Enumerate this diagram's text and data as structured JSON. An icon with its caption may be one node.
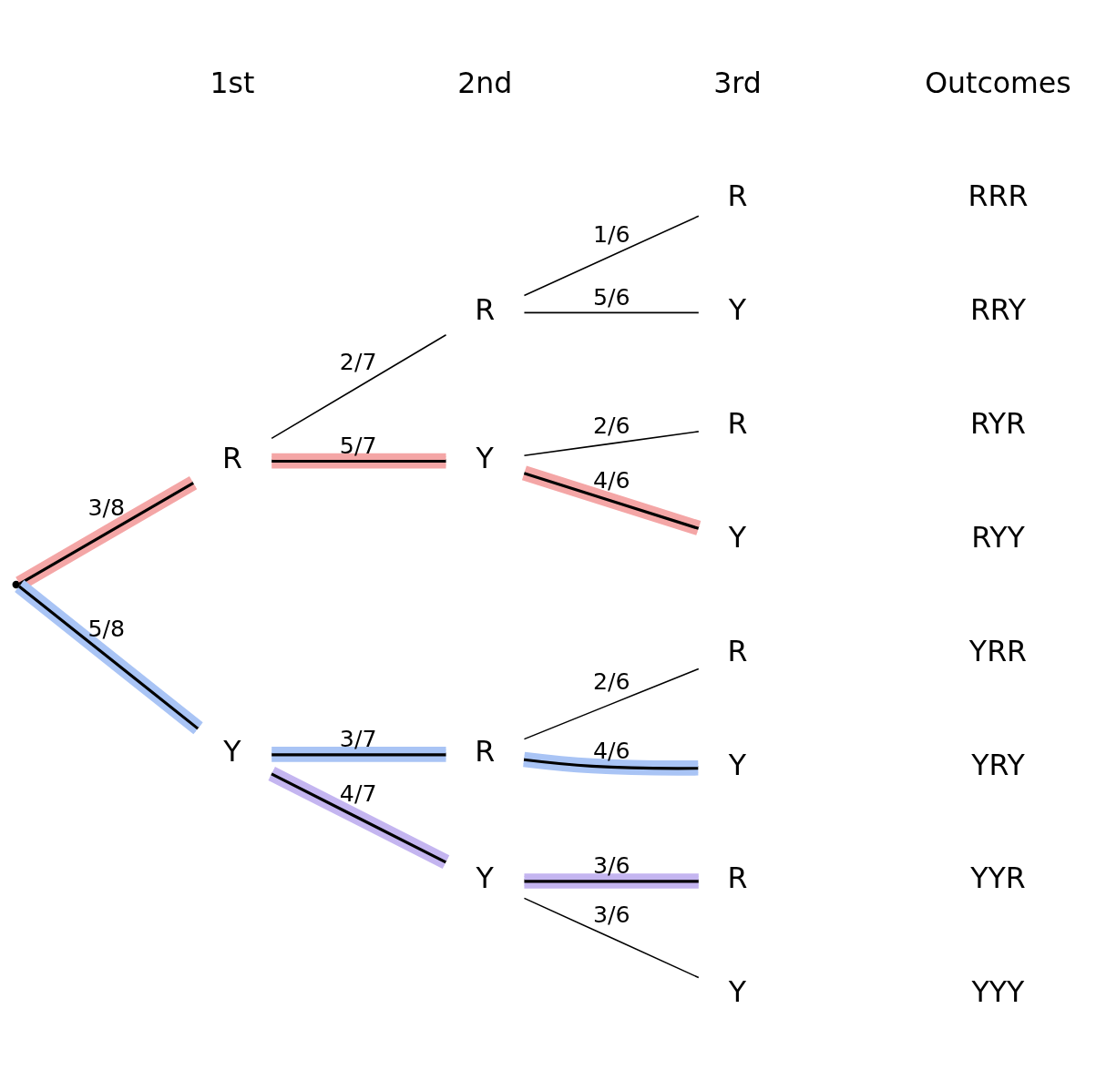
{
  "diagram": {
    "nodes": [
      {
        "text": [],
        "shape": "point"
      },
      {
        "text": [
          "R"
        ]
      },
      {
        "text": [
          "Y"
        ]
      },
      {
        "text": [
          "R"
        ]
      },
      {
        "text": [
          "Y"
        ]
      },
      {
        "text": [
          "R"
        ]
      },
      {
        "text": [
          "Y"
        ]
      },
      {
        "text": [
          "R"
        ]
      },
      {
        "text": [
          "Y"
        ]
      },
      {
        "text": [
          "R"
        ]
      },
      {
        "text": [
          "Y"
        ]
      },
      {
        "text": [
          "R"
        ]
      },
      {
        "text": [
          "Y"
        ]
      },
      {
        "text": [
          "R"
        ]
      },
      {
        "text": [
          "Y"
        ]
      }
    ],
    "edges": [
      {
        "from": 0,
        "to": 1,
        "arrow": "none",
        "label": "3/8",
        "color": "#f4a6a6"
      },
      {
        "from": 0,
        "to": 2,
        "arrow": "none",
        "label": "5/8",
        "color": "#a9c4f5"
      },
      {
        "from": 1,
        "to": 3,
        "arrow": "none",
        "label": "2/7"
      },
      {
        "from": 1,
        "to": 4,
        "arrow": "none",
        "label": "5/7",
        "color": "#f4a6a6"
      },
      {
        "from": 2,
        "to": 5,
        "arrow": "none",
        "label": "3/7",
        "color": "#a9c4f5"
      },
      {
        "from": 2,
        "to": 6,
        "arrow": "none",
        "label": "4/7",
        "color": "#c4b5f0"
      },
      {
        "from": 3,
        "to": 7,
        "arrow": "none",
        "label": "1/6"
      },
      {
        "from": 3,
        "to": 8,
        "arrow": "none",
        "label": "5/6"
      },
      {
        "from": 4,
        "to": 9,
        "arrow": "none",
        "label": "2/6"
      },
      {
        "from": 4,
        "to": 10,
        "arrow": "none",
        "label": "4/6",
        "color": "#f4a6a6"
      },
      {
        "from": 5,
        "to": 11,
        "arrow": "none",
        "label": "2/6"
      },
      {
        "from": 5,
        "to": 12,
        "arrow": "none",
        "label": "4/6",
        "color": "#a9c4f5"
      },
      {
        "from": 6,
        "to": 13,
        "arrow": "none",
        "label": "3/6",
        "color": "#c4b5f0"
      },
      {
        "from": 6,
        "to": 14,
        "arrow": "none",
        "label": "3/6"
      }
    ],
    "labels": [
      "3rd",
      "Outcomes",
      "RRR",
      "2nd",
      "RRY",
      "1st",
      "RYR",
      "RYY",
      "YRR",
      "YRY",
      "YYR",
      "YYY"
    ]
  }
}
